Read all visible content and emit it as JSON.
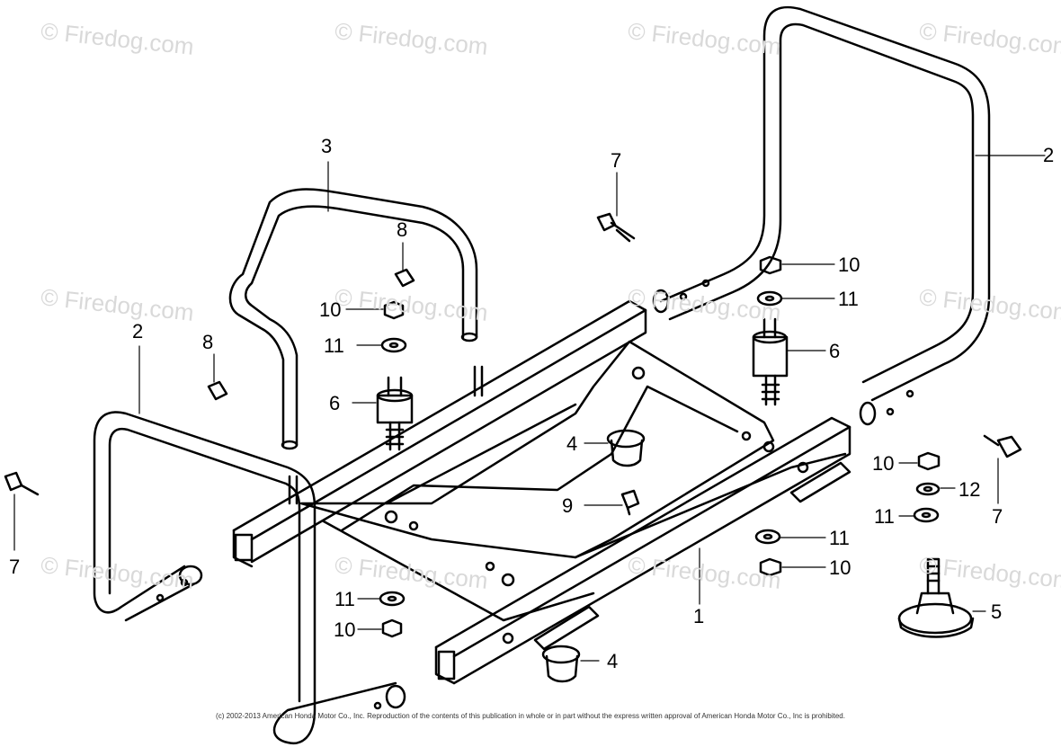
{
  "watermark": "© Firedog.com",
  "copyright": "(c) 2002-2013 American Honda Motor Co., Inc. Reproduction of the contents of this publication in whole or in part without the express written approval of American Honda Motor Co., Inc is prohibited.",
  "callouts": [
    "1",
    "2",
    "2",
    "3",
    "4",
    "4",
    "5",
    "6",
    "6",
    "7",
    "7",
    "7",
    "8",
    "8",
    "9",
    "10",
    "10",
    "10",
    "10",
    "10",
    "11",
    "11",
    "11",
    "11",
    "11",
    "12"
  ],
  "colors": {
    "ink": "#000000",
    "watermark": "#d9d9d9",
    "background": "#ffffff"
  }
}
